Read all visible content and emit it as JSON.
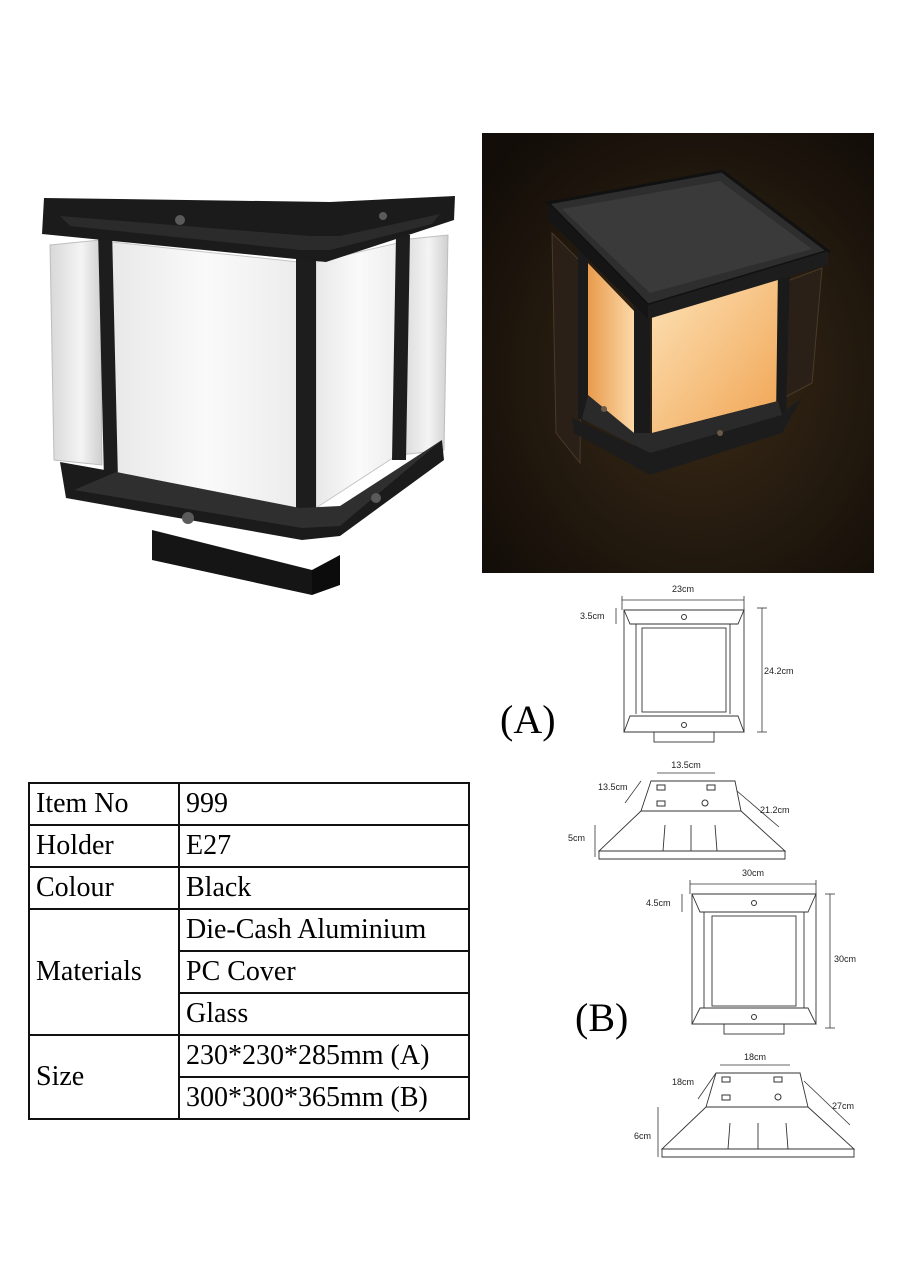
{
  "specs": {
    "item_no": {
      "label": "Item No",
      "value": "999"
    },
    "holder": {
      "label": "Holder",
      "value": "E27"
    },
    "colour": {
      "label": "Colour",
      "value": "Black"
    },
    "materials": {
      "label": "Materials",
      "values": [
        "Die-Cash Aluminium",
        "PC Cover",
        "Glass"
      ]
    },
    "size": {
      "label": "Size",
      "values": [
        "230*230*285mm (A)",
        "300*300*365mm (B)"
      ]
    }
  },
  "variant_a": {
    "label": "(A)",
    "front": {
      "width": "23cm",
      "top_band": "3.5cm",
      "height": "24.2cm"
    },
    "base": {
      "top_width": "13.5cm",
      "side_depth": "13.5cm",
      "slant": "21.2cm",
      "height": "5cm"
    }
  },
  "variant_b": {
    "label": "(B)",
    "front": {
      "width": "30cm",
      "top_band": "4.5cm",
      "height": "30cm"
    },
    "base": {
      "top_width": "18cm",
      "side_depth": "18cm",
      "slant": "27cm",
      "height": "6cm"
    }
  },
  "colors": {
    "frame": "#1c1c1c",
    "diffuser": "#f2f2f2",
    "glow": "#f6b45a",
    "night_bg": "#1a140d"
  }
}
